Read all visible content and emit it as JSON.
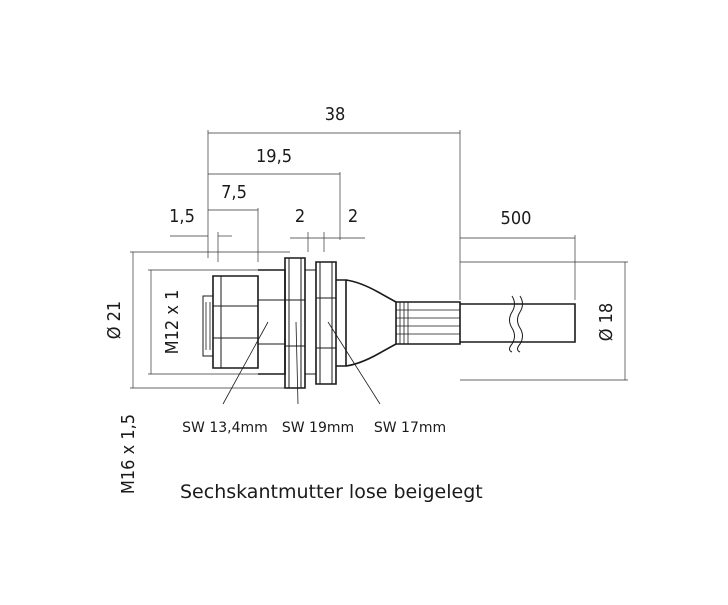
{
  "dimensions": {
    "overall_length": "38",
    "length_19_5": "19,5",
    "length_7_5": "7,5",
    "length_1_5": "1,5",
    "nut_gap_1": "2",
    "nut_gap_2": "2",
    "cable_length": "500",
    "diameter_21": "Ø 21",
    "thread_m12": "M12 x 1",
    "diameter_18": "Ø 18",
    "thread_m16": "M16 x 1,5"
  },
  "wrench_sizes": {
    "sw_front": "SW 13,4mm",
    "sw_middle": "SW 19mm",
    "sw_rear": "SW 17mm"
  },
  "note": "Sechskantmutter lose beigelegt"
}
